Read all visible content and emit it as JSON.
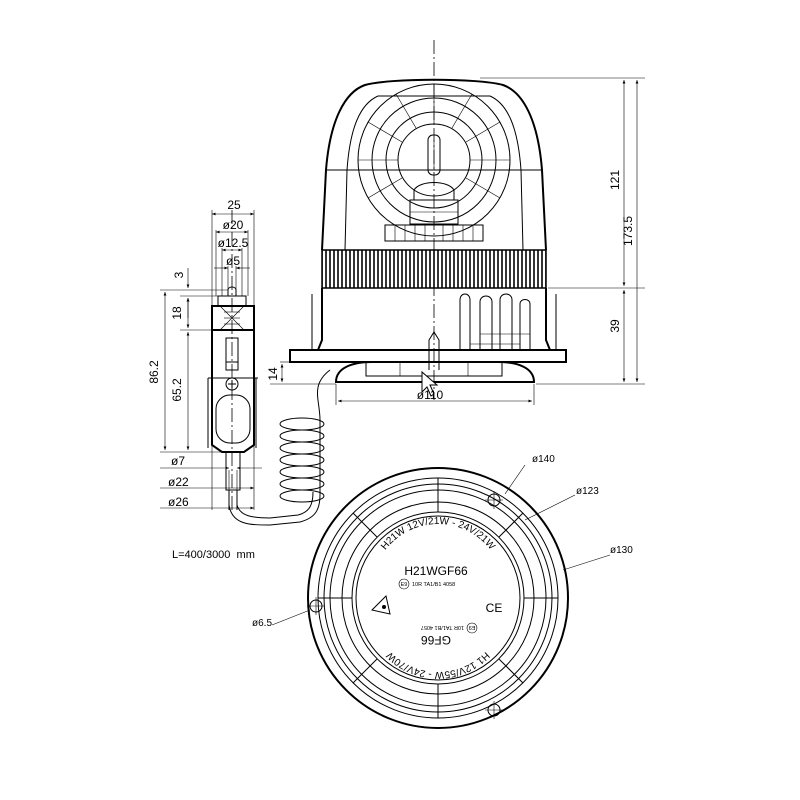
{
  "side_view": {
    "dimensions": {
      "total_height": "173.5",
      "dome_height": "121",
      "base_height": "39",
      "suction_height": "14",
      "base_diameter": "ø110"
    }
  },
  "plug": {
    "dimensions": {
      "width_25": "25",
      "dia_20": "ø20",
      "dia_12_5": "ø12.5",
      "dia_5": "ø5",
      "gap_3": "3",
      "h_18": "18",
      "h_86_2": "86.2",
      "h_65_2": "65.2",
      "dia_7": "ø7",
      "dia_22": "ø22",
      "dia_26": "ø26"
    },
    "cable_length": "L=400/3000  mm"
  },
  "bottom_view": {
    "dimensions": {
      "d140": "ø140",
      "d123": "ø123",
      "d130": "ø130",
      "d6_5": "ø6.5"
    },
    "label": {
      "upper_rating": "H21W 12V/21W - 24V/21W",
      "upper_model": "H21WGF66",
      "upper_e_mark": "E9",
      "upper_approval": "10R TA1/B1 4058",
      "ce_mark": "CE",
      "lower_rating": "H1 12V/55W - 24V/70W",
      "lower_model": "GF66",
      "lower_e_mark": "E9",
      "lower_approval": "10R TA1/B1 4057"
    }
  }
}
